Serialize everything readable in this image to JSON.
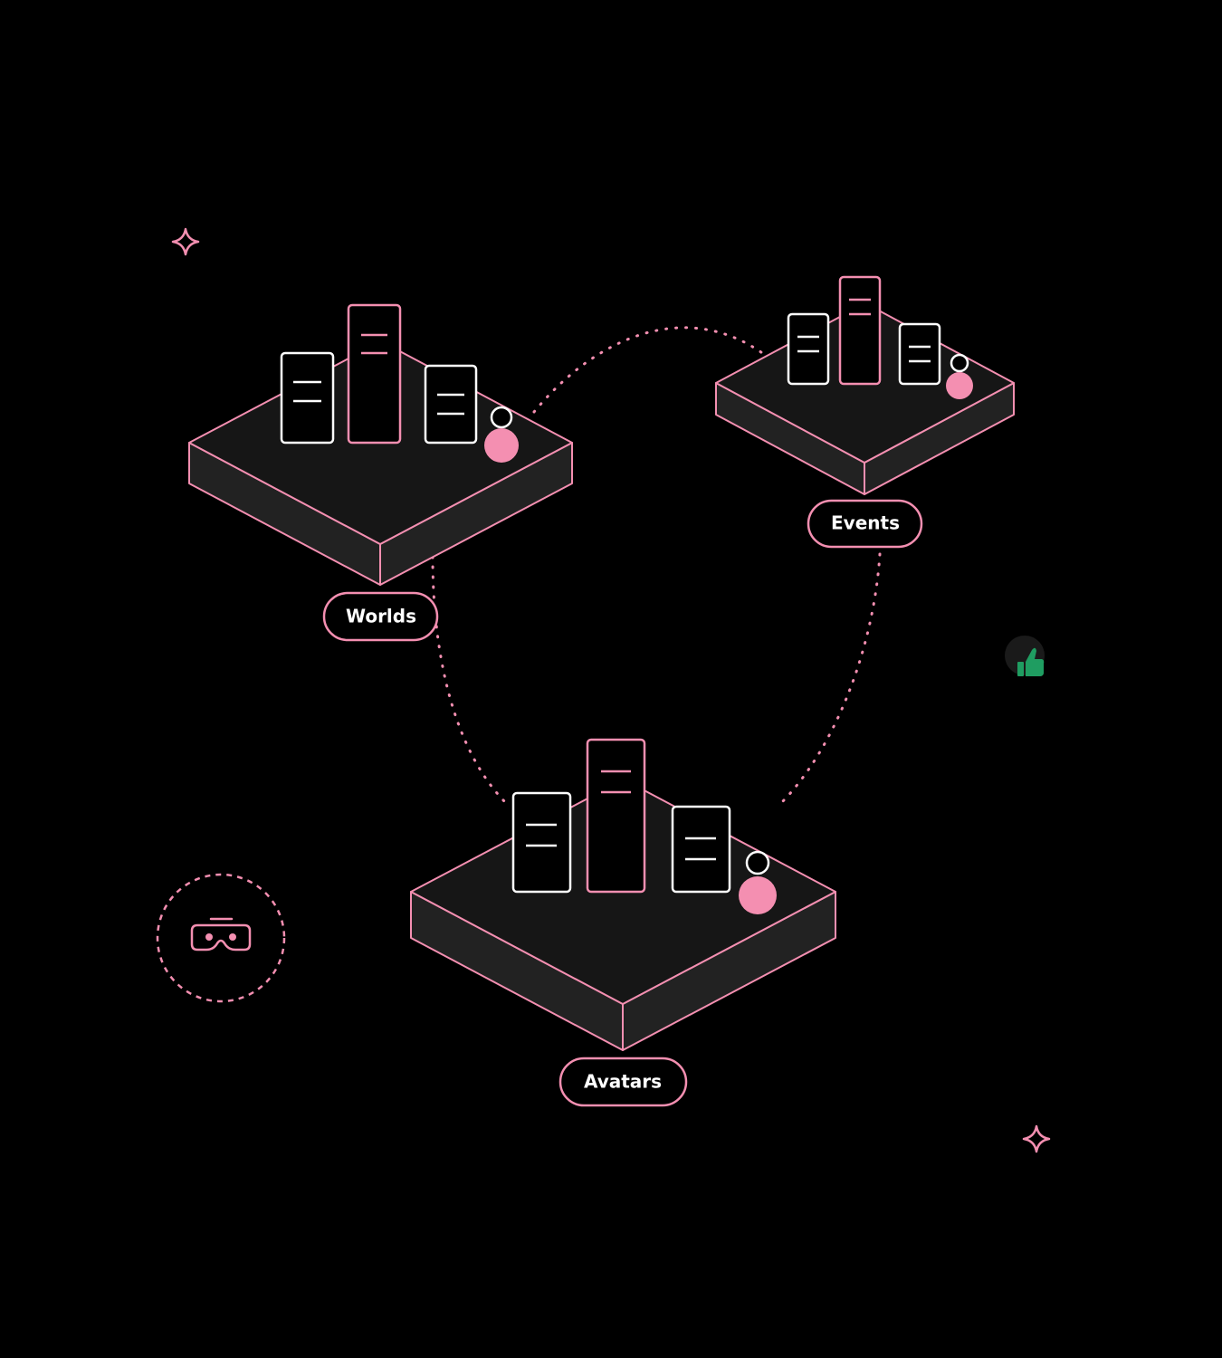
{
  "colors": {
    "background": "#000000",
    "accent": "#f48fb1",
    "device_outline": "#ffffff",
    "platform_top": "#161616",
    "platform_side": "#222222",
    "like_icon": "#1f9d61",
    "like_bubble": "#1a1a1a"
  },
  "nodes": [
    {
      "id": "worlds",
      "label": "Worlds"
    },
    {
      "id": "events",
      "label": "Events"
    },
    {
      "id": "avatars",
      "label": "Avatars"
    }
  ],
  "connections": [
    {
      "from": "worlds",
      "to": "events",
      "style": "dotted"
    },
    {
      "from": "worlds",
      "to": "avatars",
      "style": "dotted"
    },
    {
      "from": "events",
      "to": "avatars",
      "style": "dotted"
    }
  ],
  "decorations": {
    "vr_headset_icon": "vr-headset-icon",
    "like_icon": "thumbs-up-icon",
    "sparkle_icon": "sparkle-icon"
  }
}
